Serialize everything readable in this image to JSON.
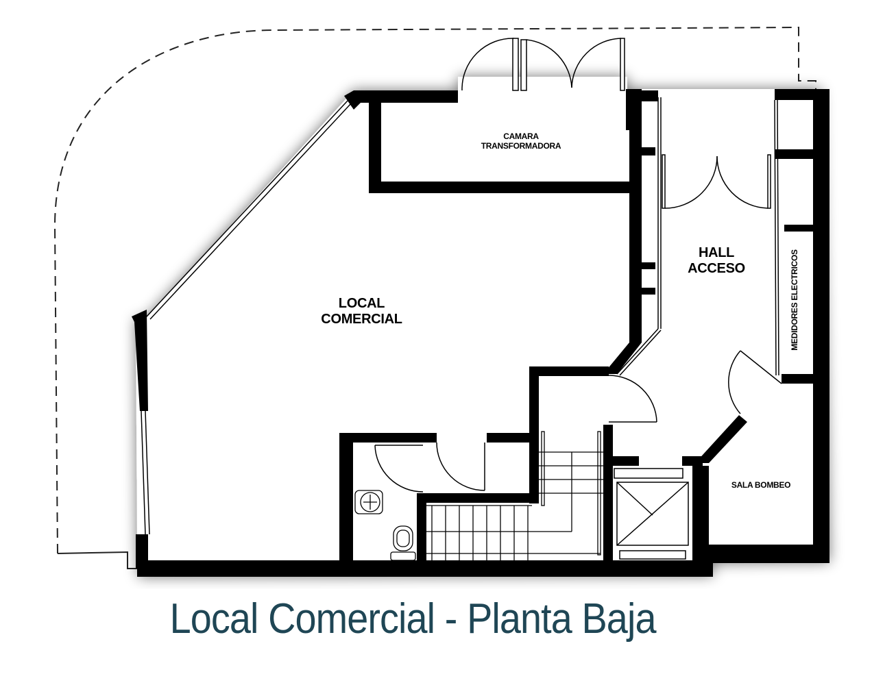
{
  "plan": {
    "title": "Local Comercial - Planta Baja",
    "title_color": "#1f4655",
    "wall_color": "#000000",
    "rooms": {
      "local_comercial": "LOCAL\nCOMERCIAL",
      "camara_transformadora": "CAMARA\nTRANSFORMADORA",
      "hall_acceso": "HALL\nACCESO",
      "medidores_electricos": "MEDIDORES ELECTRICOS",
      "sala_bombeo": "SALA BOMBEO"
    },
    "fixtures": [
      "sink-icon",
      "toilet-icon",
      "staircase",
      "elevator-shaft",
      "double-door-icon",
      "swing-door-icon"
    ]
  }
}
